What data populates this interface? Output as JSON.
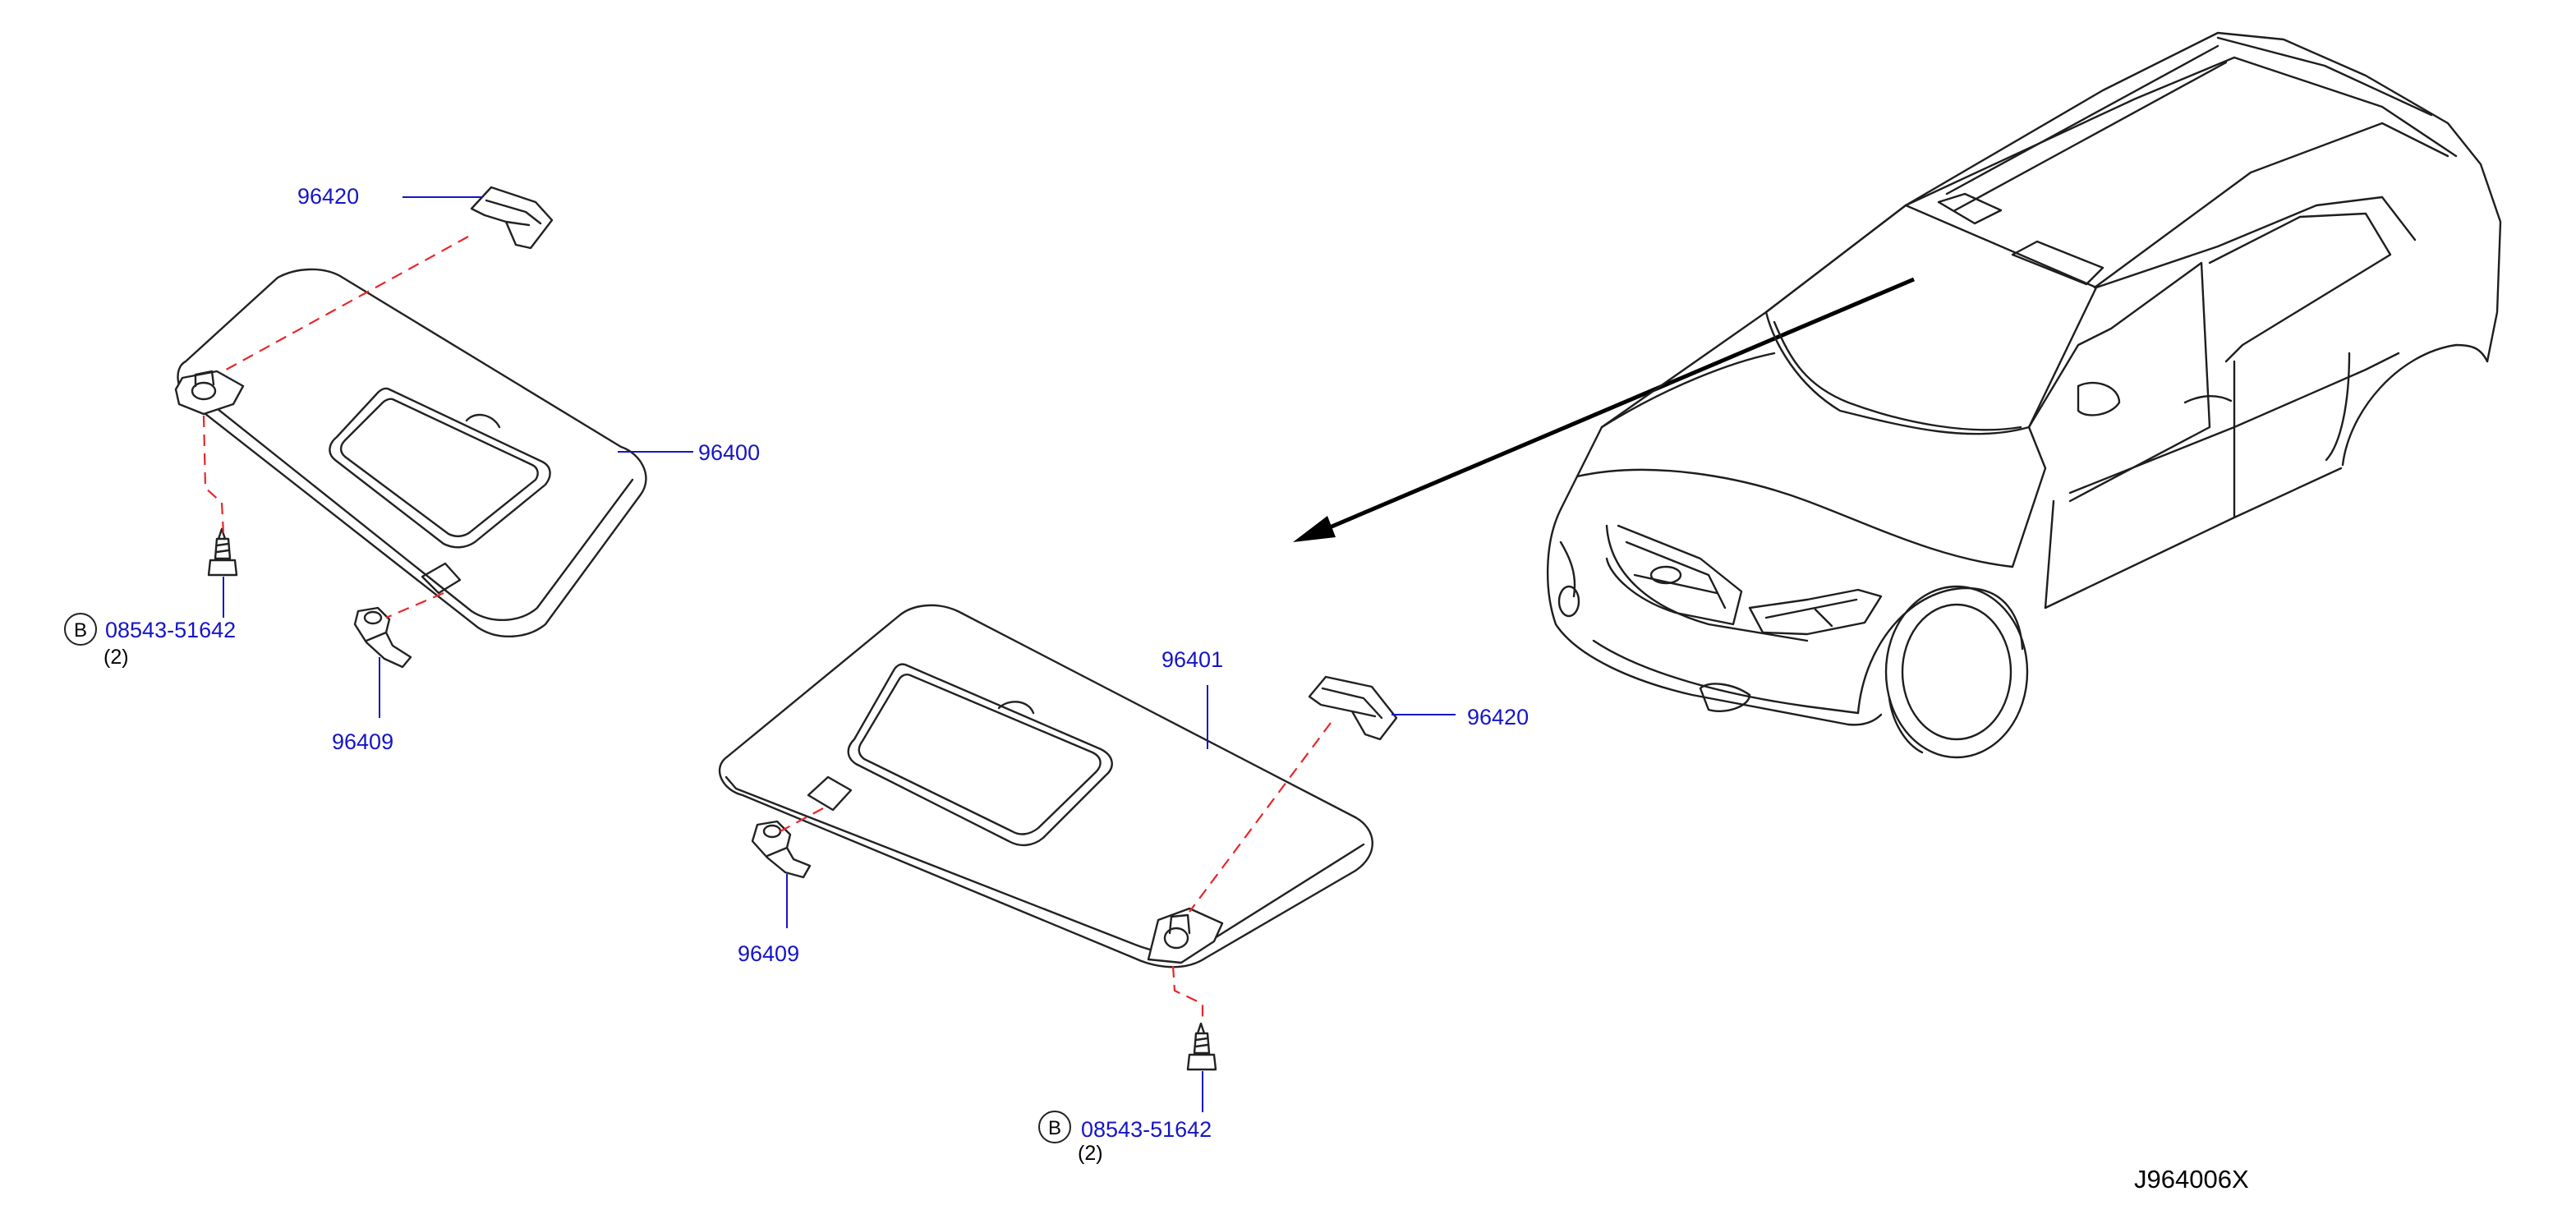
{
  "callouts": {
    "pad_left": "96420",
    "visor_left": "96400",
    "clip_left": "96409",
    "bolt_left": "08543-51642",
    "bolt_left_qty": "(2)",
    "visor_right": "96401",
    "pad_right": "96420",
    "clip_right": "96409",
    "bolt_right": "08543-51642",
    "bolt_right_qty": "(2)"
  },
  "badges": {
    "left": "B",
    "right": "B"
  },
  "drawing_code": "J964006X",
  "colors": {
    "callout": "#1515c8",
    "dashed_line": "#e8262a",
    "outline": "#222222"
  }
}
